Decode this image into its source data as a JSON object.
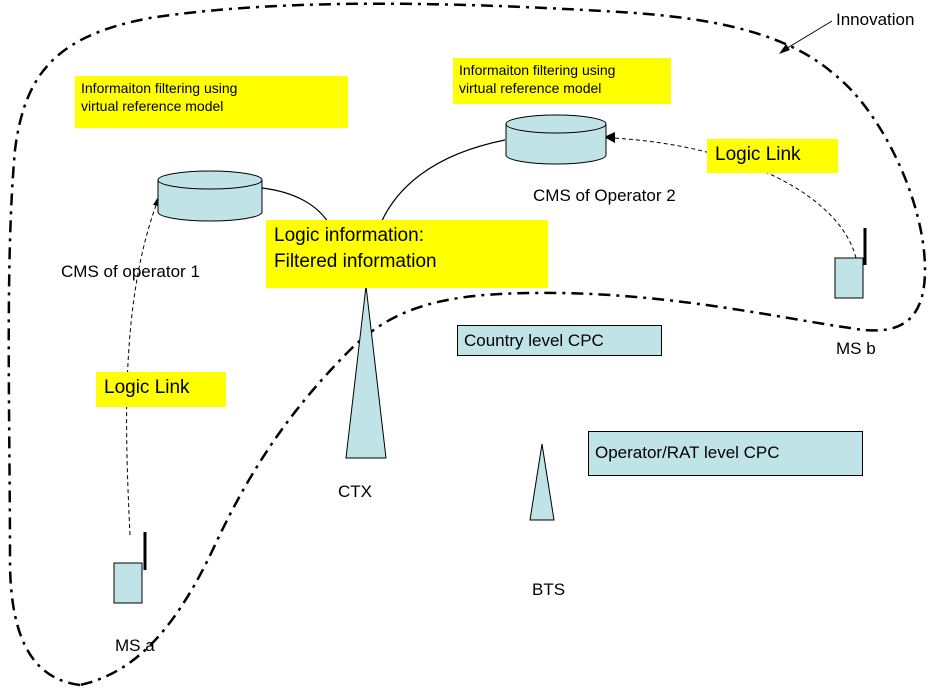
{
  "colors": {
    "highlight": "#ffff00",
    "node_fill": "#bfe3e6",
    "stroke": "#000000"
  },
  "region": {
    "label": "Innovation"
  },
  "notes": {
    "op1": {
      "line1": "Informaiton filtering using",
      "line2": "virtual reference model"
    },
    "op2": {
      "line1": "Informaiton filtering using",
      "line2": "virtual reference model"
    },
    "logic_info": {
      "line1": "Logic information:",
      "line2": "Filtered information"
    },
    "logic_link_a": "Logic Link",
    "logic_link_b": "Logic Link"
  },
  "nodes": {
    "cms1": "CMS of operator 1",
    "cms2": "CMS of Operator 2",
    "ctx": "CTX",
    "bts": "BTS",
    "ms_a": "MS a",
    "ms_b": "MS b"
  },
  "levels": {
    "country": "Country level CPC",
    "operator": "Operator/RAT level CPC"
  }
}
